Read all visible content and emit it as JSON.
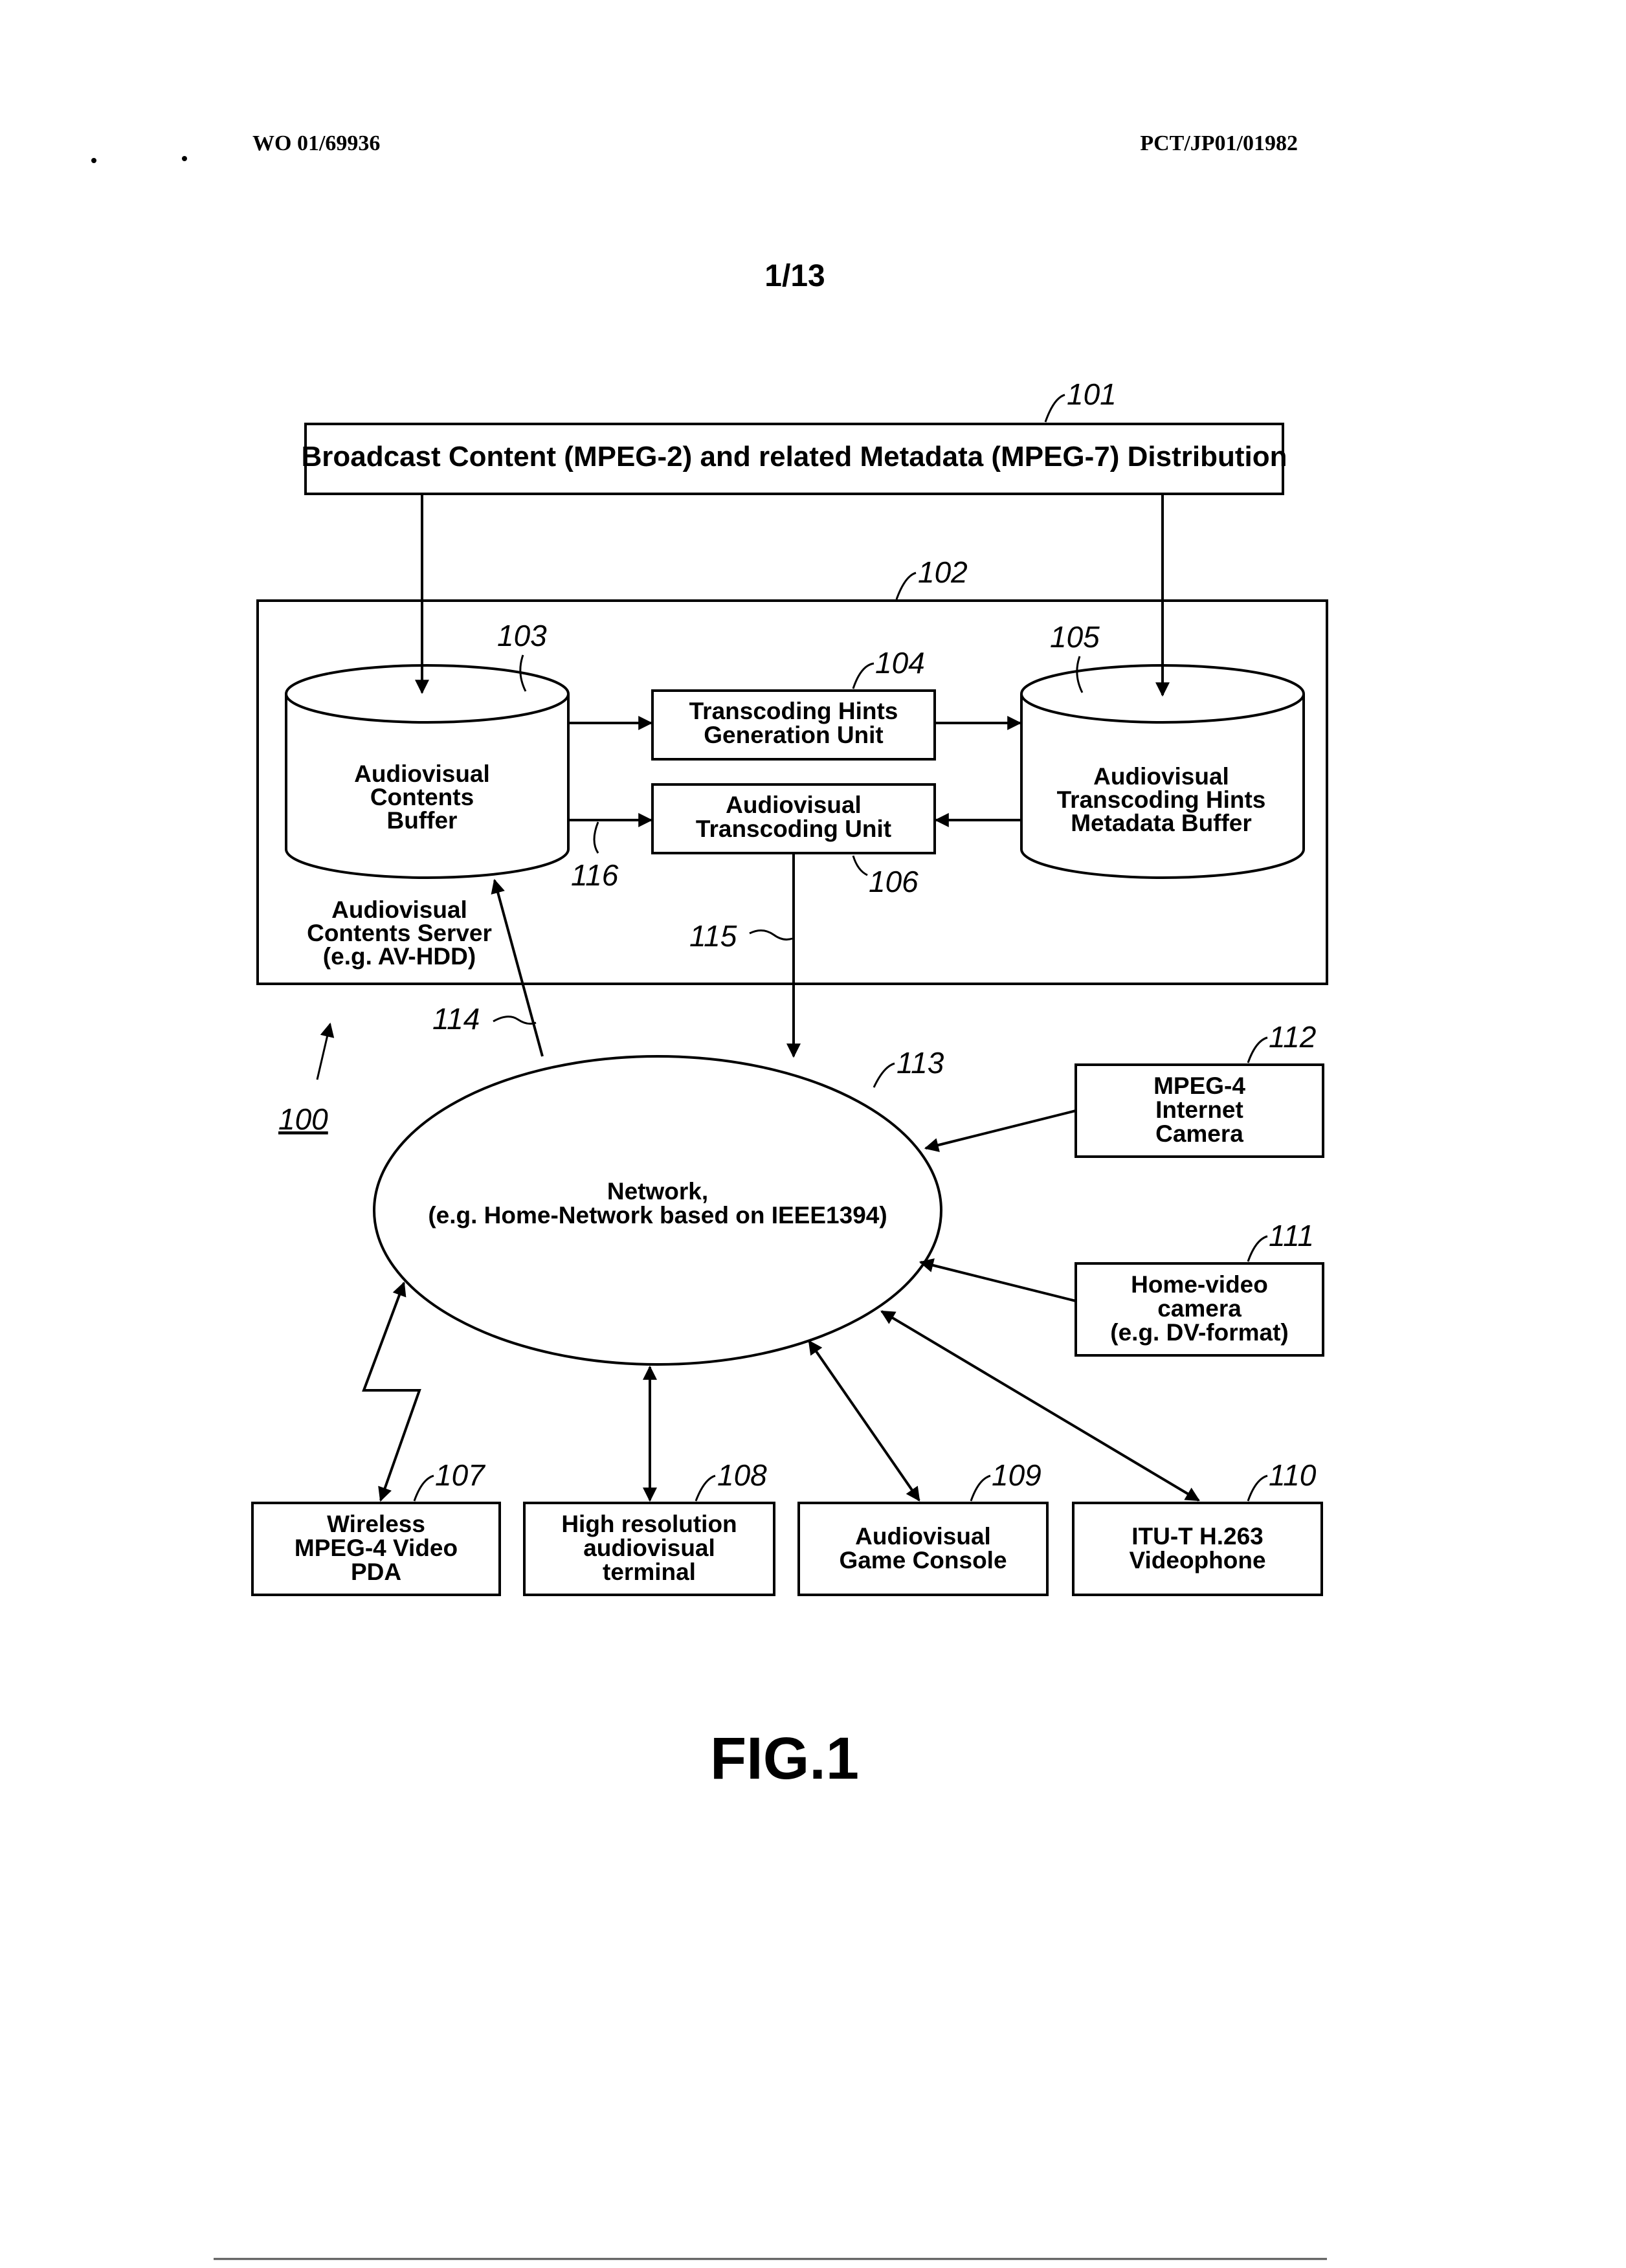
{
  "header": {
    "left": "WO 01/69936",
    "right": "PCT/JP01/01982",
    "page": "1/13"
  },
  "figure_label": "FIG.1",
  "system_ref": "100",
  "boxes": {
    "distribution": {
      "ref": "101",
      "lines": [
        "Broadcast Content (MPEG-2) and related Metadata (MPEG-7) Distribution"
      ]
    },
    "server": {
      "ref": "102",
      "lines": [
        "Audiovisual",
        "Contents Server",
        "(e.g. AV-HDD)"
      ]
    },
    "contents_buffer": {
      "ref": "103",
      "lines": [
        "Audiovisual",
        "Contents",
        "Buffer"
      ]
    },
    "hints_generation": {
      "ref": "104",
      "lines": [
        "Transcoding Hints",
        "Generation Unit"
      ]
    },
    "hints_buffer": {
      "ref": "105",
      "lines": [
        "Audiovisual",
        "Transcoding Hints",
        "Metadata Buffer"
      ]
    },
    "transcoding_unit": {
      "ref": "106",
      "lines": [
        "Audiovisual",
        "Transcoding Unit"
      ]
    },
    "pda": {
      "ref": "107",
      "lines": [
        "Wireless",
        "MPEG-4 Video",
        "PDA"
      ]
    },
    "hires_terminal": {
      "ref": "108",
      "lines": [
        "High resolution",
        "audiovisual",
        "terminal"
      ]
    },
    "game_console": {
      "ref": "109",
      "lines": [
        "Audiovisual",
        "Game Console"
      ]
    },
    "videophone": {
      "ref": "110",
      "lines": [
        "ITU-T H.263",
        "Videophone"
      ]
    },
    "home_video_camera": {
      "ref": "111",
      "lines": [
        "Home-video",
        "camera",
        "(e.g. DV-format)"
      ]
    },
    "internet_camera": {
      "ref": "112",
      "lines": [
        "MPEG-4",
        "Internet",
        "Camera"
      ]
    },
    "network": {
      "ref": "113",
      "lines": [
        "Network,",
        "(e.g. Home-Network based on IEEE1394)"
      ]
    }
  },
  "connection_refs": {
    "server_network": "114",
    "transcoder_network": "115",
    "buffer_transcoder": "116"
  }
}
